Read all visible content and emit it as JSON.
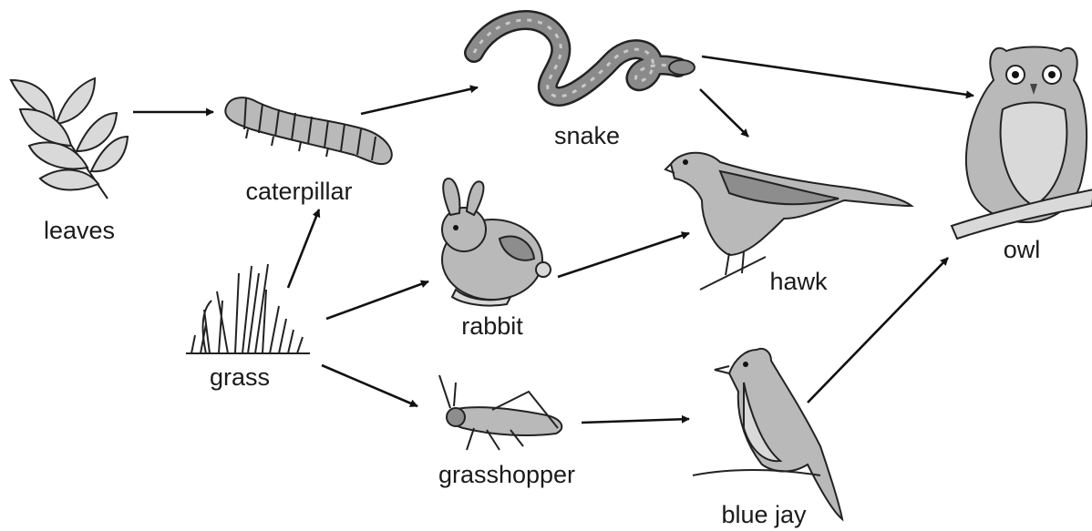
{
  "organisms": {
    "leaves": "leaves",
    "caterpillar": "caterpillar",
    "snake": "snake",
    "rabbit": "rabbit",
    "hawk": "hawk",
    "owl": "owl",
    "grass": "grass",
    "grasshopper": "grasshopper",
    "blue_jay": "blue jay"
  },
  "links": [
    {
      "from": "leaves",
      "to": "caterpillar"
    },
    {
      "from": "caterpillar",
      "to": "snake"
    },
    {
      "from": "snake",
      "to": "owl"
    },
    {
      "from": "snake",
      "to": "hawk"
    },
    {
      "from": "grass",
      "to": "caterpillar"
    },
    {
      "from": "grass",
      "to": "rabbit"
    },
    {
      "from": "rabbit",
      "to": "hawk"
    },
    {
      "from": "grass",
      "to": "grasshopper"
    },
    {
      "from": "grasshopper",
      "to": "blue jay"
    },
    {
      "from": "blue jay",
      "to": "owl"
    }
  ]
}
